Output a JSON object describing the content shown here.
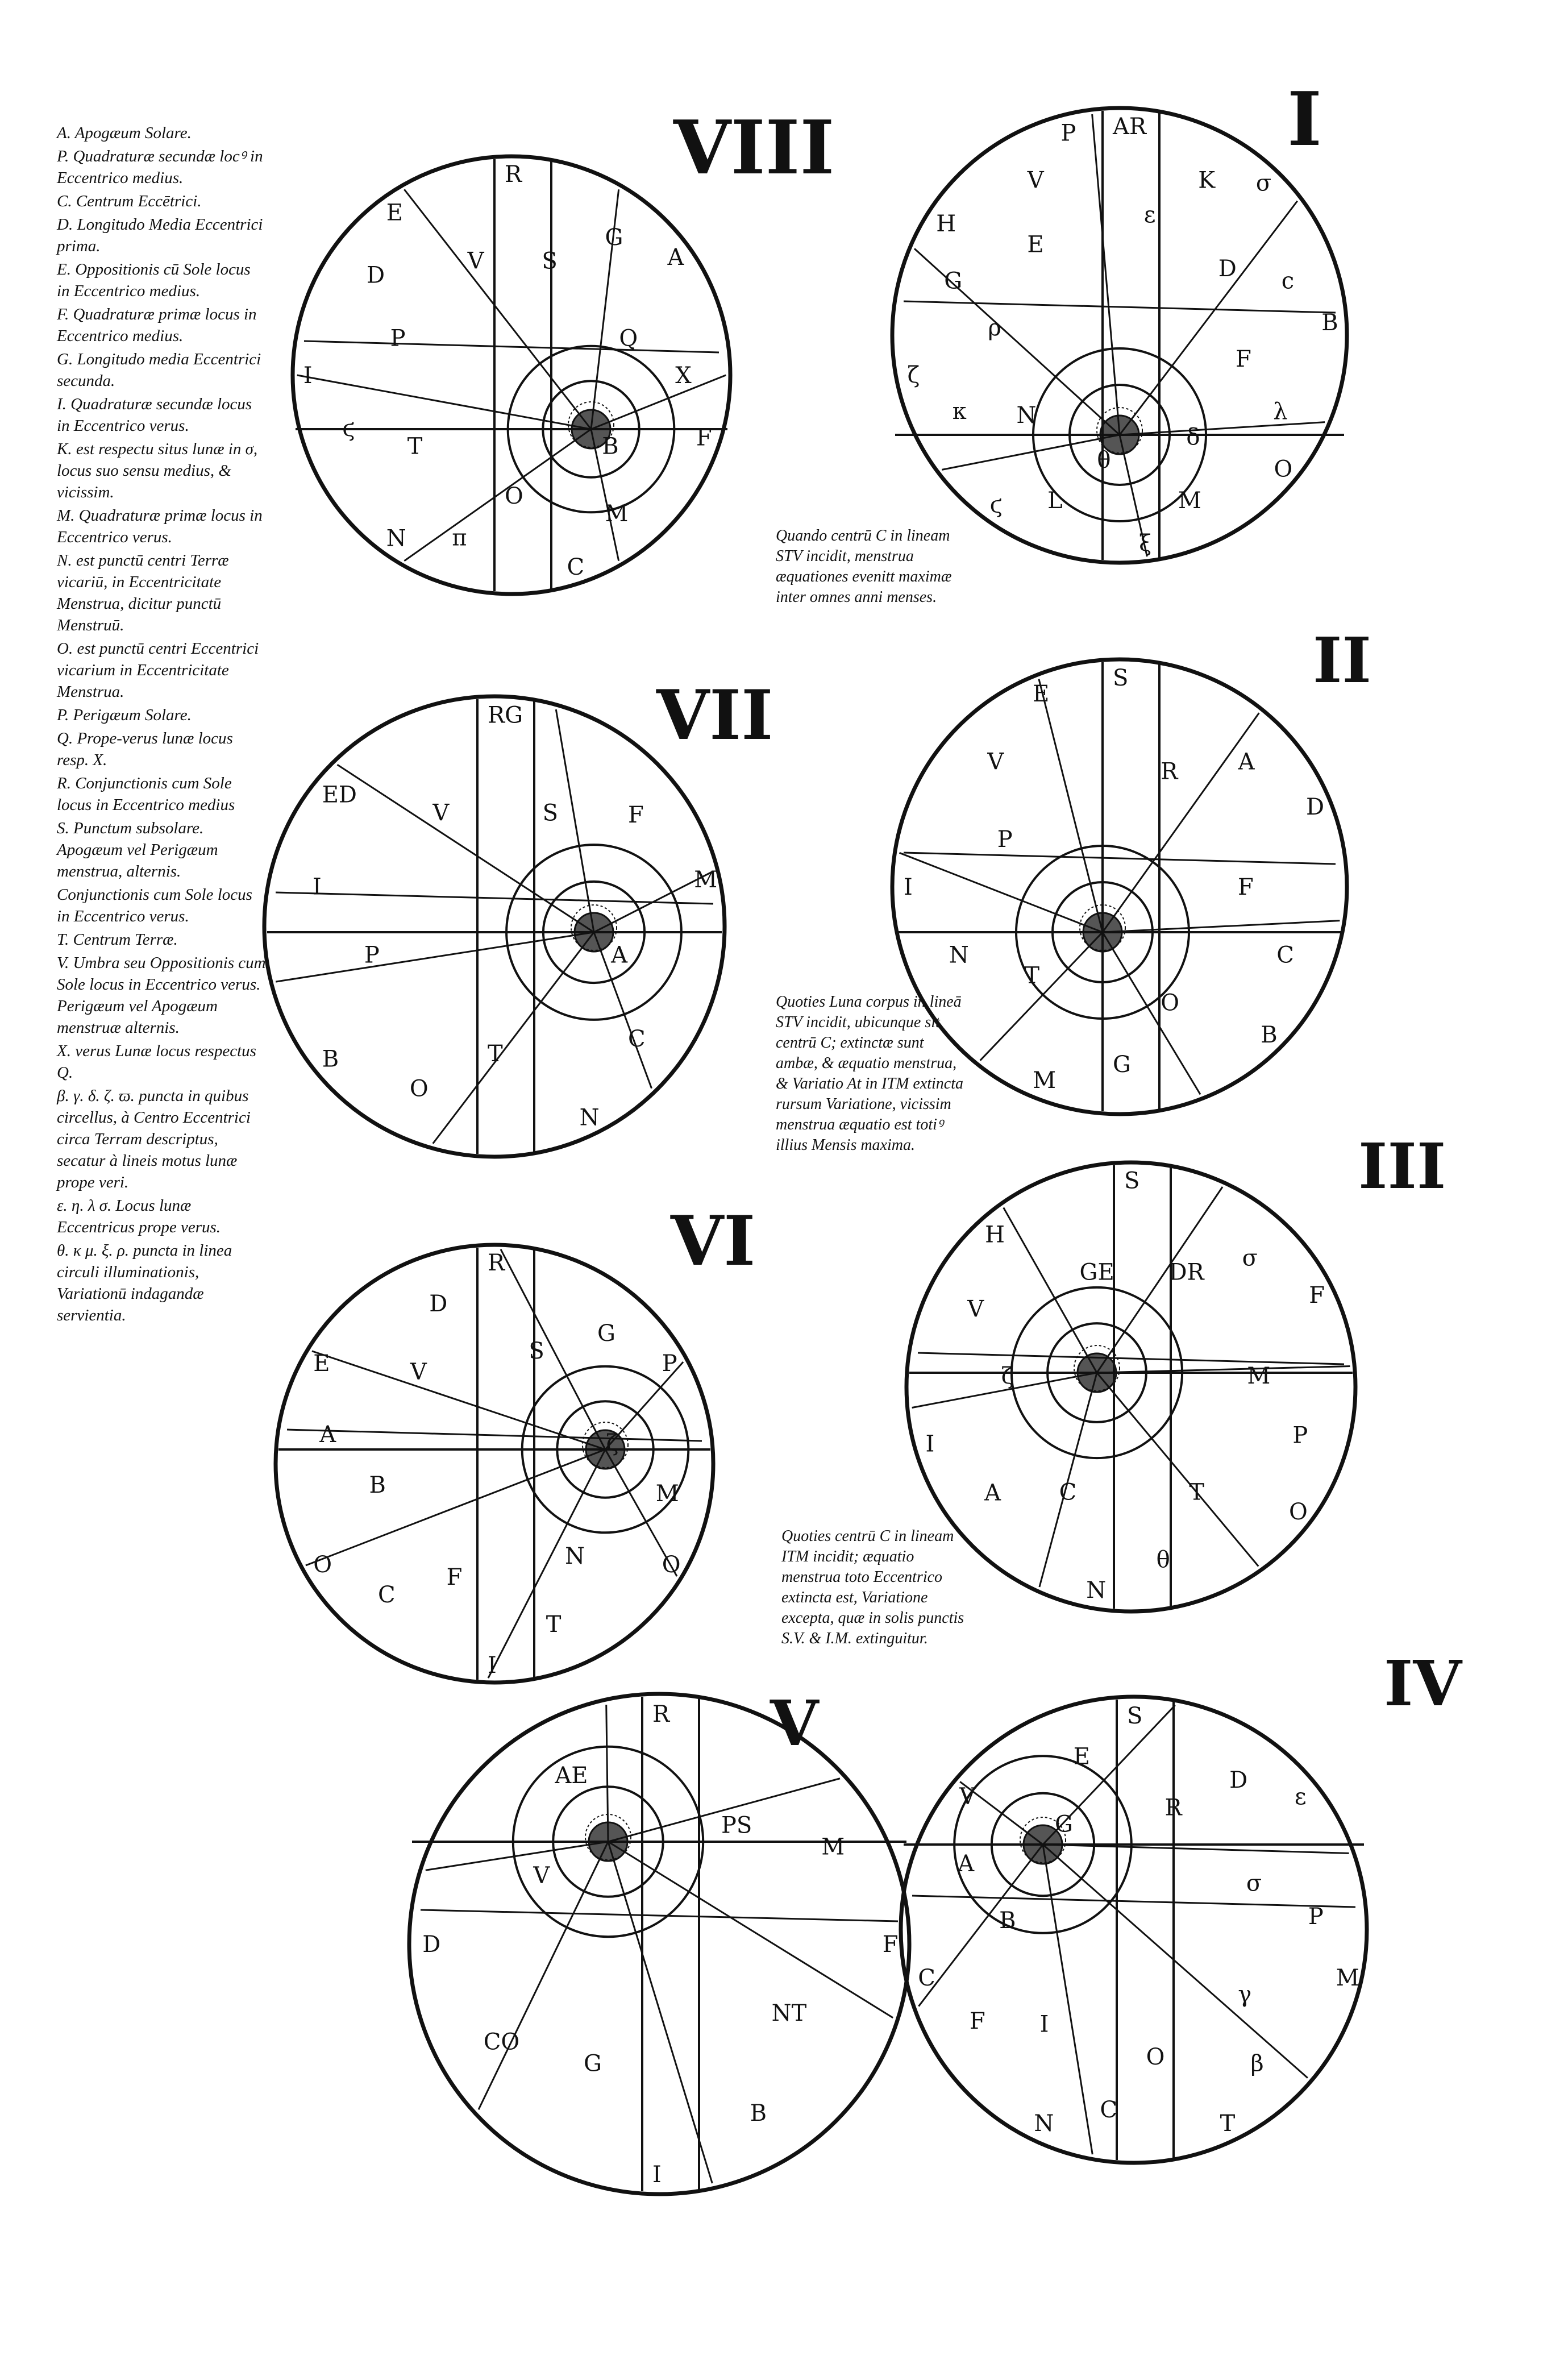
{
  "legend": [
    "A. Apogæum Solare.",
    "P. Quadraturæ secundæ locꝰ in Eccentrico medius.",
    "C. Centrum Eccētrici.",
    "D. Longitudo Media Eccentrici prima.",
    "E. Oppositionis cū Sole locus in Eccentrico medius.",
    "F. Quadraturæ primæ locus in Eccentrico medius.",
    "G. Longitudo media Eccentrici secunda.",
    "I. Quadraturæ secundæ locus in Eccentrico verus.",
    "K. est respectu situs lunæ in σ, locus suo sensu medius, & vicissim.",
    "M. Quadraturæ primæ locus in Eccentrico verus.",
    "N. est punctū centri Terræ vicariū, in Eccentricitate Menstrua, dicitur punctū Menstruū.",
    "O. est punctū centri Eccentrici vicarium in Eccentricitate Menstrua.",
    "P. Perigæum Solare.",
    "Q. Prope-verus lunæ locus resp. X.",
    "R. Conjunctionis cum Sole locus in Eccentrico medius",
    "S. Punctum subsolare. Apogæum vel Perigæum menstrua, alternis.",
    "Conjunctionis cum Sole locus in Eccentrico verus.",
    "T. Centrum Terræ.",
    "V. Umbra seu Oppositionis cum Sole locus in Eccentrico verus. Perigæum vel Apogæum menstruæ alternis.",
    "X. verus Lunæ locus respectus Q.",
    "β. γ. δ. ζ. ϖ. puncta in quibus circellus, à Centro Eccentrici circa Terram descriptus, secatur à lineis motus lunæ prope veri.",
    "ε. η. λ σ. Locus lunæ Eccentricus prope verus.",
    "θ. κ μ. ξ. ρ. puncta in linea circuli illuminationis, Variationū indagandæ servientia."
  ],
  "captions": [
    "Quando centrū C in lineam STV incidit, menstrua æquationes evenitt maximæ inter omnes anni menses.",
    "Quoties Luna corpus in lineā STV incidit, ubicunque sit centrū C; extinctæ sunt ambæ, & æquatio menstrua, & Variatio At in ITM extincta rursum Variatione, vicissim menstrua æquatio est totiꝰ illius Mensis maxima.",
    "Quoties centrū C in lineam ITM incidit; æquatio menstrua toto Eccentrico extincta est, Variatione excepta, quæ in solis punctis S.V. & I.M. extinguitur."
  ],
  "diagrams": [
    {
      "numeral": "VIII",
      "labels": [
        "R",
        "S",
        "G",
        "A",
        "Q",
        "X",
        "F",
        "B",
        "M",
        "C",
        "O",
        "π",
        "N",
        "T",
        "ϛ",
        "I",
        "P",
        "D",
        "E",
        "V"
      ]
    },
    {
      "numeral": "I",
      "labels": [
        "AR",
        "ε",
        "K",
        "σ",
        "D",
        "c",
        "B",
        "F",
        "λ",
        "O",
        "δ",
        "M",
        "ξ",
        "θ",
        "L",
        "ϛ",
        "N",
        "κ",
        "ζ",
        "ρ",
        "G",
        "H",
        "E",
        "V",
        "P"
      ]
    },
    {
      "numeral": "VII",
      "labels": [
        "RG",
        "S",
        "F",
        "M",
        "A",
        "C",
        "N",
        "T",
        "O",
        "B",
        "P",
        "I",
        "ED",
        "V"
      ]
    },
    {
      "numeral": "II",
      "labels": [
        "S",
        "R",
        "A",
        "D",
        "F",
        "C",
        "B",
        "O",
        "G",
        "M",
        "T",
        "N",
        "I",
        "P",
        "V",
        "E"
      ]
    },
    {
      "numeral": "VI",
      "labels": [
        "R",
        "S",
        "G",
        "P",
        "ζ",
        "M",
        "O",
        "N",
        "T",
        "I",
        "F",
        "C",
        "O",
        "B",
        "A",
        "E",
        "V",
        "D"
      ]
    },
    {
      "numeral": "III",
      "labels": [
        "S",
        "DR",
        "σ",
        "F",
        "M",
        "P",
        "O",
        "T",
        "θ",
        "N",
        "C",
        "A",
        "I",
        "ζ",
        "V",
        "H",
        "GE"
      ]
    },
    {
      "numeral": "V",
      "labels": [
        "R",
        "PS",
        "M",
        "F",
        "NT",
        "B",
        "I",
        "G",
        "CO",
        "D",
        "V",
        "AE"
      ]
    },
    {
      "numeral": "IV",
      "labels": [
        "S",
        "R",
        "D",
        "ε",
        "σ",
        "P",
        "M",
        "γ",
        "β",
        "T",
        "O",
        "C",
        "N",
        "I",
        "F",
        "C",
        "B",
        "A",
        "V",
        "G",
        "E"
      ]
    }
  ]
}
